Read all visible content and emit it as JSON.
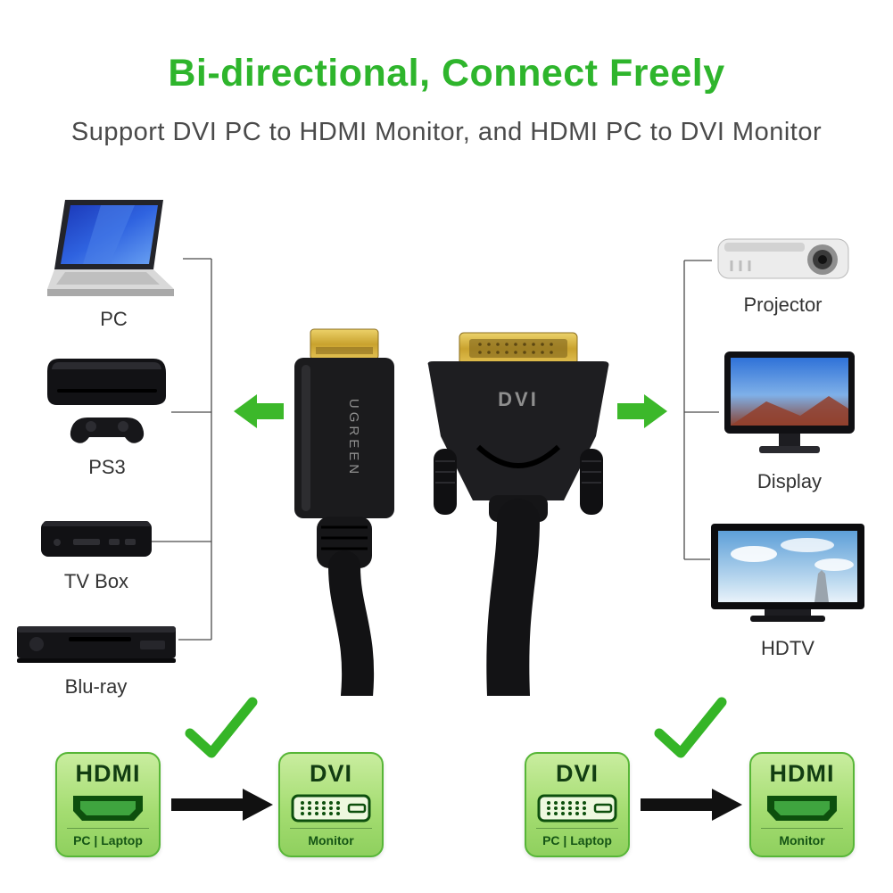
{
  "header": {
    "title": "Bi-directional, Connect Freely",
    "subtitle": "Support DVI PC to HDMI Monitor, and HDMI PC to DVI Monitor"
  },
  "left_devices": [
    {
      "label": "PC"
    },
    {
      "label": "PS3"
    },
    {
      "label": "TV Box"
    },
    {
      "label": "Blu-ray"
    }
  ],
  "right_devices": [
    {
      "label": "Projector"
    },
    {
      "label": "Display"
    },
    {
      "label": "HDTV"
    }
  ],
  "cable": {
    "hdmi_brand": "UGREEN",
    "dvi_label": "DVI"
  },
  "diagrams": [
    {
      "from": "HDMI",
      "from_sub": "PC | Laptop",
      "to": "DVI",
      "to_sub": "Monitor"
    },
    {
      "from": "DVI",
      "from_sub": "PC | Laptop",
      "to": "HDMI",
      "to_sub": "Monitor"
    }
  ],
  "colors": {
    "accent_green": "#2eb52c",
    "arrow_green": "#3cb82a",
    "box_border": "#57b637",
    "subtitle_gray": "#4a4a4a"
  }
}
